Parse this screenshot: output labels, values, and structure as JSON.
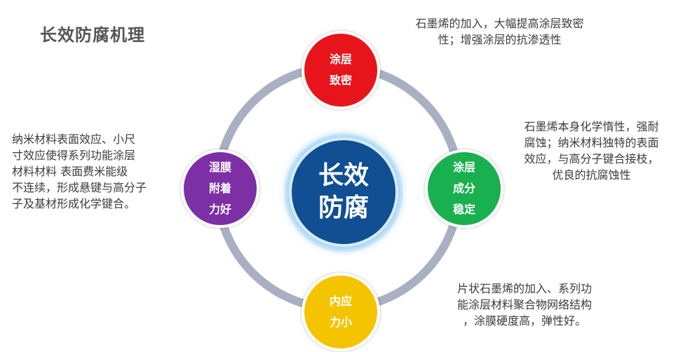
{
  "title": "长效防腐机理",
  "center": {
    "line1": "长效",
    "line2": "防腐"
  },
  "nodes": {
    "top": {
      "lines": [
        "涂层",
        "致密"
      ],
      "color": "#e8141b"
    },
    "right": {
      "lines": [
        "涂层",
        "成分",
        "稳定"
      ],
      "color": "#19b04f"
    },
    "bottom": {
      "lines": [
        "内应",
        "力小"
      ],
      "color": "#f5c400"
    },
    "left": {
      "lines": [
        "湿膜",
        "附着",
        "力好"
      ],
      "color": "#7d2fa6"
    }
  },
  "descriptions": {
    "top": [
      "石墨烯的加入，大幅提高涂层致密",
      "性；增强涂层的抗渗透性"
    ],
    "right": [
      "石墨烯本身化学惰性，强耐",
      "腐蚀；纳米材料独特的表面",
      "效应，与高分子键合接枝，",
      "优良的抗腐蚀性"
    ],
    "bottom": [
      "片状石墨烯的加入、系列功",
      "能涂层材料聚合物网络结构",
      "，涂膜硬度高，弹性好。"
    ],
    "left": [
      "纳米材料表面效应、小尺",
      "寸效应使得系列功能涂层",
      "材料材料  表面费米能级",
      "不连续，形成悬键与高分子",
      "子及基材形成化学键合。"
    ]
  },
  "ring_color": "#a9b0c2",
  "center_color": "#0f4f92"
}
